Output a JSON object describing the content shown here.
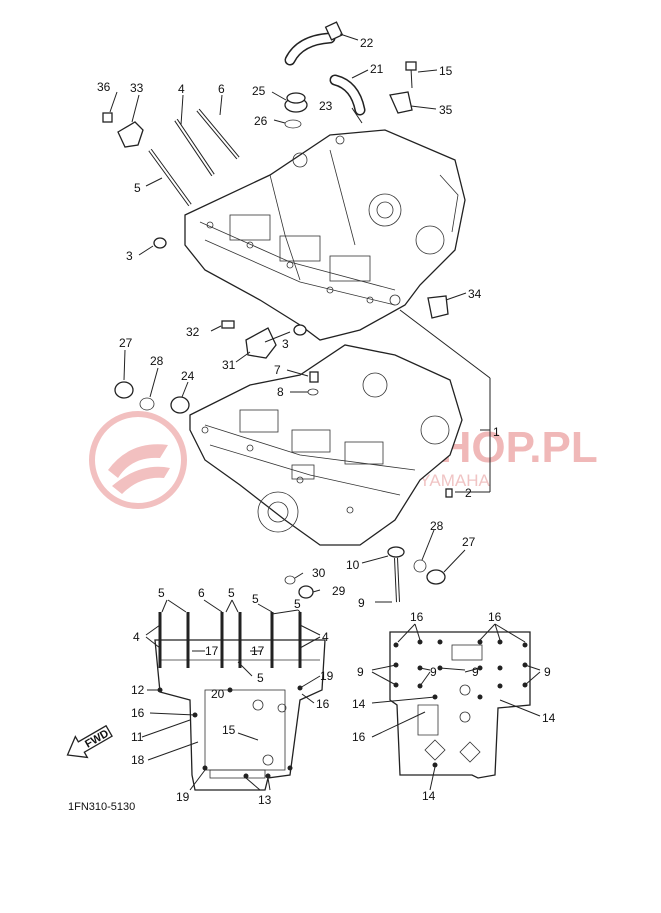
{
  "diagram": {
    "code": "1FN310-5130",
    "fwd_label": "FWD",
    "watermark": {
      "brand": "TERSHOP.PL",
      "sub": "WWW. DEALER YAMAHA"
    },
    "labels": {
      "l1": "1",
      "l2": "2",
      "l3a": "3",
      "l3b": "3",
      "l4": "4",
      "l5": "5",
      "l6": "6",
      "l7": "7",
      "l8": "8",
      "l9": "9",
      "l10": "10",
      "l15": "15",
      "l21": "21",
      "l22": "22",
      "l23": "23",
      "l24": "24",
      "l25": "25",
      "l26": "26",
      "l27a": "27",
      "l27b": "27",
      "l28a": "28",
      "l28b": "28",
      "l29": "29",
      "l30": "30",
      "l31": "31",
      "l32": "32",
      "l33": "33",
      "l34": "34",
      "l35": "35",
      "l36": "36"
    },
    "left_plan": {
      "top": [
        "5",
        "6",
        "5",
        "5",
        "5"
      ],
      "side_left": "4",
      "side_right": "4",
      "mid_left": "17",
      "mid_right": "17",
      "mid_bottom": "5",
      "l12": "12",
      "l16a": "16",
      "l11": "11",
      "l18": "18",
      "l19a": "19",
      "l19b": "19",
      "l16b": "16",
      "l20": "20",
      "l15": "15",
      "l13": "13"
    },
    "right_plan": {
      "top_left": "16",
      "top_right": "16",
      "nine_outer_left": "9",
      "nine_inner_left": "9",
      "nine_inner_right": "9",
      "nine_outer_right": "9",
      "l14a": "14",
      "l14b": "14",
      "l16c": "16",
      "l14c": "14"
    }
  }
}
